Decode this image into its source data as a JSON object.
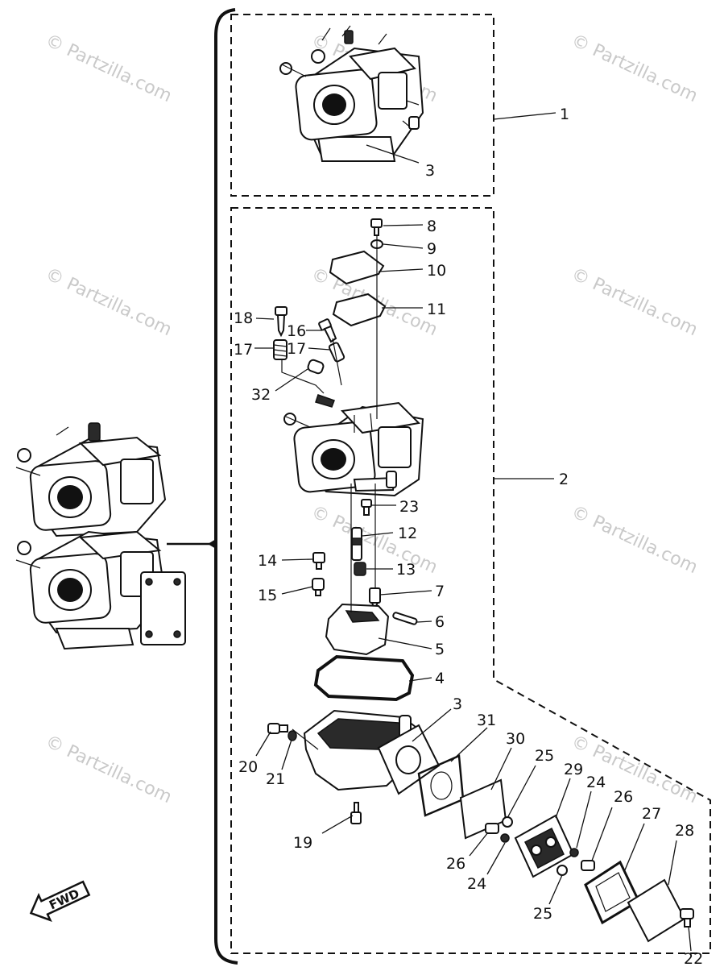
{
  "watermark": "© Partzilla.com",
  "fwd_label": "FWD",
  "labels": {
    "l1": "1",
    "l2": "2",
    "l3a": "3",
    "l3b": "3",
    "l4": "4",
    "l5": "5",
    "l6": "6",
    "l7": "7",
    "l8": "8",
    "l9": "9",
    "l10": "10",
    "l11": "11",
    "l12": "12",
    "l13": "13",
    "l14": "14",
    "l15": "15",
    "l16": "16",
    "l17a": "17",
    "l17b": "17",
    "l18": "18",
    "l19": "19",
    "l20": "20",
    "l21": "21",
    "l22": "22",
    "l23": "23",
    "l24a": "24",
    "l24b": "24",
    "l25a": "25",
    "l25b": "25",
    "l26a": "26",
    "l26b": "26",
    "l27": "27",
    "l28": "28",
    "l29": "29",
    "l30": "30",
    "l31": "31",
    "l32": "32"
  }
}
